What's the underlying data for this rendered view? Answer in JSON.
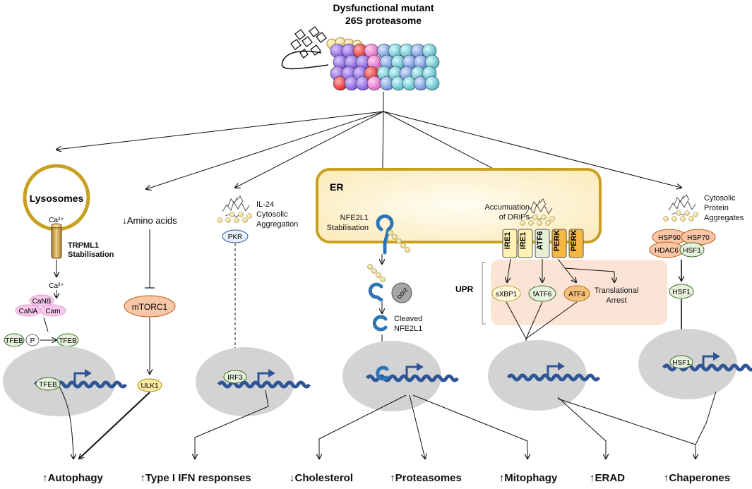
{
  "title": {
    "line1": "Dysfunctional mutant",
    "line2": "26S proteasome"
  },
  "autophagy_branch": {
    "lysosomes": "Lysosomes",
    "ca_top": "Ca²⁺",
    "trpml1_line1": "TRPML1",
    "trpml1_line2": "Stabilisation",
    "ca_mid": "Ca²⁺",
    "canb": "CaNB",
    "cana": "CaNA",
    "cam": "Cam",
    "tfeb_p": "TFEB",
    "phospho": "P",
    "tfeb_free": "TFEB",
    "tfeb_nuc": "TFEB"
  },
  "amino_branch": {
    "amino_acids": "↓Amino acids",
    "mtorc1": "mTORC1",
    "ulk1": "ULK1"
  },
  "ifn_branch": {
    "il24_line1": "IL-24",
    "il24_line2": "Cytosolic",
    "il24_line3": "Aggregation",
    "pkr": "PKR",
    "irf3": "IRF3"
  },
  "er_branch": {
    "er": "ER",
    "nfe2l1_line1": "NFE2L1",
    "nfe2l1_line2": "Stabilisation",
    "ddi2": "DDI2",
    "cleaved_line1": "Cleaved",
    "cleaved_line2": "NFE2L1"
  },
  "upr_branch": {
    "drips_line1": "Accumuation",
    "drips_line2": "of DRiPs",
    "sensors": [
      "IRE1",
      "IRE1",
      "ATF6",
      "PERK",
      "PERK"
    ],
    "upr": "UPR",
    "sxbp1": "sXBP1",
    "fatf6": "fATF6",
    "atf4": "ATF4",
    "arrest_line1": "Translational",
    "arrest_line2": "Arrest"
  },
  "chaperone_branch": {
    "aggr_line1": "Cytosolic",
    "aggr_line2": "Protein",
    "aggr_line3": "Aggregates",
    "hsp90": "HSP90",
    "hsp70": "HSP70",
    "hdac6": "HDAC6",
    "hsf1_complex": "HSF1",
    "hsf1_free": "HSF1",
    "hsf1_nuc": "HSF1"
  },
  "outcomes": [
    "↑Autophagy",
    "↑Type I IFN responses",
    "↓Cholesterol",
    "↑Proteasomes",
    "↑Mitophagy",
    "↑ERAD",
    "↑Chaperones"
  ],
  "colors": {
    "lysosome_ring": "#c8a020",
    "er_border": "#c8a020",
    "nucleus": "#d3d3d3",
    "dna": "#2f5597",
    "proteasome_core": "#8e6be6",
    "proteasome_cap": "#7fa8e8",
    "upr_box": "#fbe3d6",
    "mtorc1": "#f9c7a8",
    "ulk1": "#fde8a0",
    "pink_protein": "#f4b6e6",
    "sensor_fill": "#fff2b3",
    "perk_fill": "#f5b942",
    "atf6_fill": "#e5efd8"
  }
}
